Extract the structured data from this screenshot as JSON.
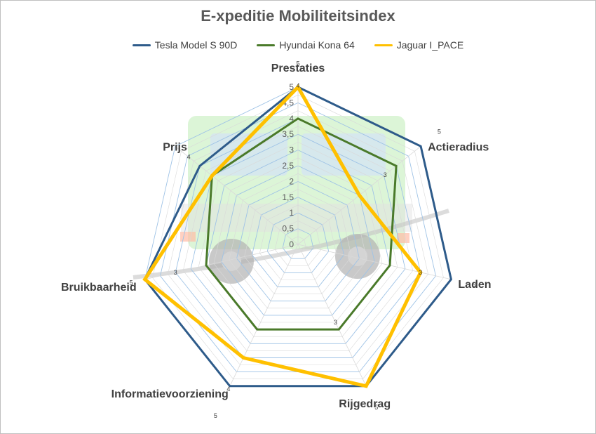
{
  "chart_data": {
    "type": "radar",
    "title": "E-xpeditie Mobiliteitsindex",
    "axes": [
      "Prestaties",
      "Actieradius",
      "Laden",
      "Rijgedrag",
      "Informatievoorziening",
      "Bruikbaarheid",
      "Prijs"
    ],
    "rlim": [
      0,
      5
    ],
    "ticks": [
      "0",
      "0,5",
      "1",
      "1,5",
      "2",
      "2,5",
      "3",
      "3,5",
      "4",
      "4,5",
      "5"
    ],
    "grid": true,
    "legend_position": "top",
    "series": [
      {
        "name": "Tesla Model S 90D",
        "color": "#2e5b8a",
        "values": [
          5,
          5,
          5,
          5,
          5,
          5,
          4
        ]
      },
      {
        "name": "Hyundai Kona 64",
        "color": "#4a7a2a",
        "values": [
          4,
          4,
          3,
          3,
          3,
          3,
          3.5
        ]
      },
      {
        "name": "Jaguar I_PACE",
        "color": "#ffc000",
        "values": [
          5,
          2.5,
          4,
          5,
          4,
          5,
          3.5
        ]
      }
    ],
    "value_labels": [
      {
        "text": "5",
        "axis": 0,
        "r": 5.75
      },
      {
        "text": "4",
        "axis": 0,
        "r": 5.05
      },
      {
        "text": "5",
        "axis": 1,
        "r": 5.75
      },
      {
        "text": "3",
        "axis": 1,
        "r": 3.55
      },
      {
        "text": "5",
        "axis": 2,
        "r": 5.75
      },
      {
        "text": "3",
        "axis": 2,
        "r": 4.0
      },
      {
        "text": "3",
        "axis": 3,
        "r": 2.75
      },
      {
        "text": "5",
        "axis": 3,
        "r": 5.75
      },
      {
        "text": "4",
        "axis": 4,
        "r": 5.1
      },
      {
        "text": "5",
        "axis": 4,
        "r": 6.05
      },
      {
        "text": "3",
        "axis": 5,
        "r": 4.0
      },
      {
        "text": "5",
        "axis": 5,
        "r": 5.45
      },
      {
        "text": "4",
        "axis": 6,
        "r": 4.45
      }
    ]
  }
}
